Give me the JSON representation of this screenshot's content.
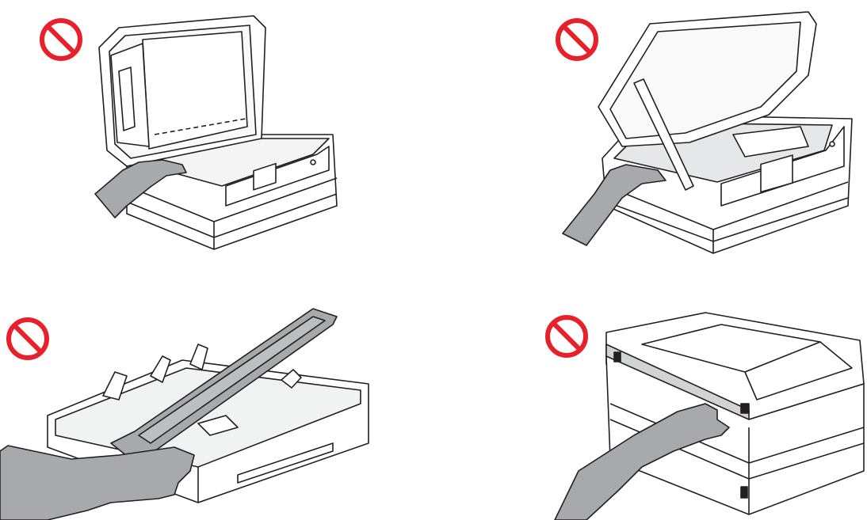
{
  "colors": {
    "prohibition": "#e8202a",
    "outline": "#231f20",
    "hand": "#a7a9ac",
    "hand_stroke": "#231f20",
    "panel_fill": "#ffffff",
    "shade": "#d1d3d4"
  },
  "icons": {
    "prohibition": "prohibition-icon",
    "hand": "hand-icon"
  },
  "panels": [
    {
      "id": "scanner-lid-open",
      "warning": "prohibition-icon"
    },
    {
      "id": "scanner-cover-raised",
      "warning": "prohibition-icon"
    },
    {
      "id": "paper-tray-cover",
      "warning": "prohibition-icon"
    },
    {
      "id": "printer-front-edge",
      "warning": "prohibition-icon"
    }
  ]
}
